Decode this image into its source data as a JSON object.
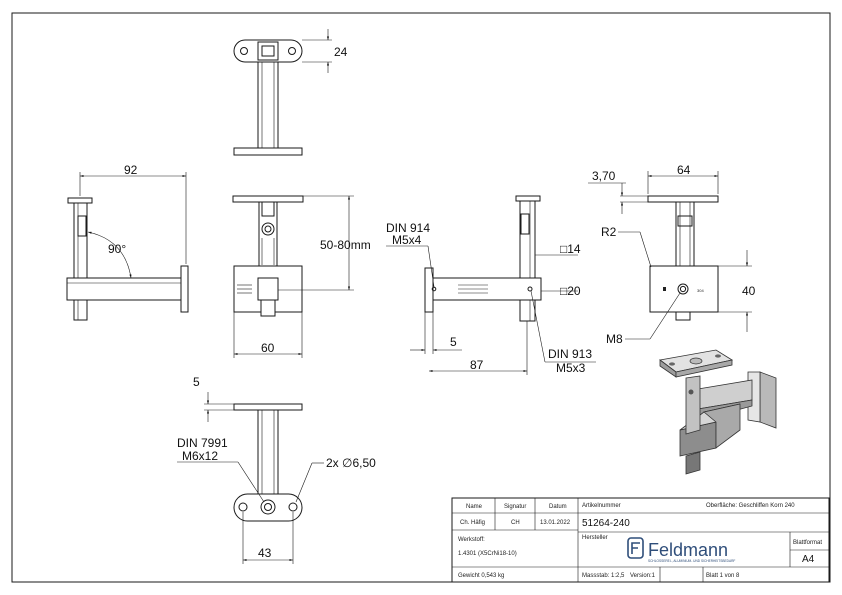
{
  "dims": {
    "top_24": "24",
    "side_92": "92",
    "side_angle": "90°",
    "front_height": "50-80mm",
    "front_60": "60",
    "side2_din914_a": "DIN 914",
    "side2_din914_b": "M5x4",
    "side2_sq14": "□14",
    "side2_sq20": "□20",
    "side2_5": "5",
    "side2_87": "87",
    "side2_din913_a": "DIN 913",
    "side2_din913_b": "M5x3",
    "right_370": "3,70",
    "right_64": "64",
    "right_r2": "R2",
    "right_40": "40",
    "right_m8": "M8",
    "bottom_5": "5",
    "bottom_din7991_a": "DIN 7991",
    "bottom_din7991_b": "M6x12",
    "bottom_holes": "2x  ∅6,50",
    "bottom_43": "43"
  },
  "title_block": {
    "name_label": "Name",
    "signature_label": "Signatur",
    "date_label": "Datum",
    "checker_name": "Ch. Häfig",
    "checker_sig": "CH",
    "checker_date": "13.01.2022",
    "article_label": "Artikelnummer",
    "surface_label": "Oberfläche:  Geschliffen Korn 240",
    "article_number": "51264-240",
    "material_label": "Werkstoff:",
    "material": "1.4301 (X5CrNi18-10)",
    "maker_label": "Hersteller",
    "format_label": "Blattformat",
    "format": "A4",
    "weight": "Gewicht 0,543 kg",
    "scale": "Massstab: 1:2,5",
    "version": "Version:1",
    "sheet": "Blatt 1 von 8",
    "brand_name": "Feldmann",
    "brand_tagline": "SCHLOSSEREI-, ALUMINIUM- UND SICHERHEITSBEDARF",
    "brand_color": "#2f4e7a"
  }
}
